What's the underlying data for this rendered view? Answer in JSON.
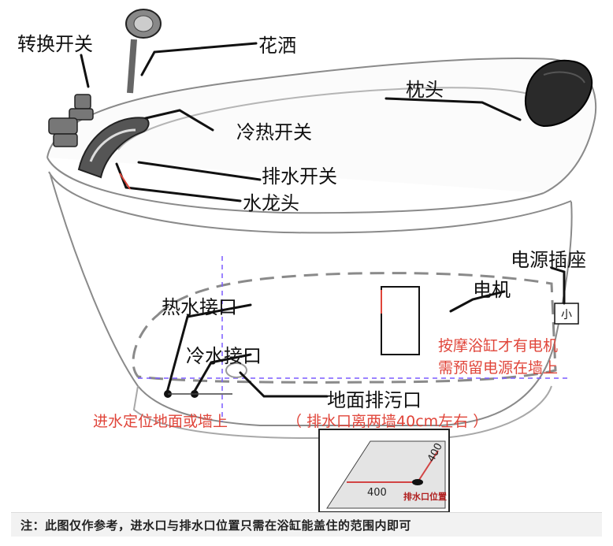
{
  "labels": {
    "switch_valve": "转换开关",
    "shower_head": "花洒",
    "pillow": "枕头",
    "hot_cold_switch": "冷热开关",
    "drain_switch": "排水开关",
    "faucet": "水龙头",
    "power_socket": "电源插座",
    "motor": "电机",
    "hot_water_inlet": "热水接口",
    "cold_water_inlet": "冷水接口",
    "floor_drain": "地面排污口"
  },
  "notes": {
    "motor_note_line1": "按摩浴缸才有电机",
    "motor_note_line2": "需预留电源在墙上",
    "inlet_note": "进水定位地面或墙上",
    "drain_note": "（ 排水口离两墙40cm左右 ）",
    "bottom_note": "注：此图仅作参考，进水口与排水口位置只需在浴缸能盖住的范围内即可"
  },
  "inset": {
    "dim_a": "400",
    "dim_b": "400",
    "drain_position": "排水口位置"
  },
  "colors": {
    "accent_red": "#e0453a",
    "guide_purple": "#7b5cff",
    "line_black": "#111111"
  }
}
